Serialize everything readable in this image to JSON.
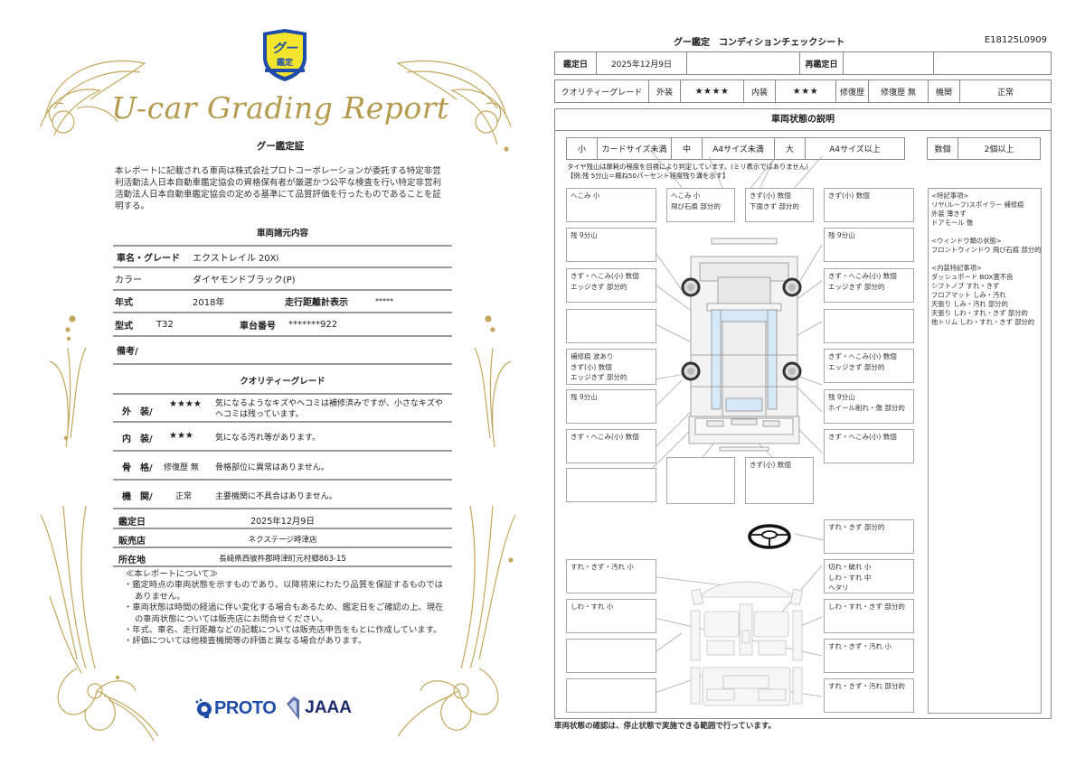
{
  "certificate": {
    "badge": {
      "line1": "グー",
      "line2": "鑑定"
    },
    "script_title": "U-car Grading Report",
    "subtitle": "グー鑑定証",
    "intro": "本レポートに記載される車両は株式会社プロトコーポレーションが委託する特定非営利活動法人日本自動車鑑定協会の資格保有者が厳選かつ公平な検査を行い特定非営利活動法人日本自動車鑑定協会の定める基準にて品質評価を行ったものであることを証明する。",
    "specs": {
      "title": "車両諸元内容",
      "name_label": "車名・グレード",
      "name_value": "エクストレイル 20Xi",
      "color_label": "カラー",
      "color_value": "ダイヤモンドブラック(P)",
      "year_label": "年式",
      "year_value": "2018年",
      "mileage_label": "走行距離計表示",
      "mileage_value": "*****",
      "model_label": "型式",
      "model_value": "T32",
      "chassis_label": "車台番号",
      "chassis_value": "*******922",
      "remarks_label": "備考/"
    },
    "quality": {
      "title": "クオリティーグレード",
      "rows": [
        {
          "label": "外　装/",
          "grade": "★★★★",
          "desc": "気になるようなキズやヘコミは補修済みですが、小さなキズやヘコミは残っています。"
        },
        {
          "label": "内　装/",
          "grade": "★★★",
          "desc": "気になる汚れ等があります。"
        },
        {
          "label": "骨　格/",
          "grade": "修復歴 無",
          "desc": "骨格部位に異常はありません。"
        },
        {
          "label": "機　関/",
          "grade": "正常",
          "desc": "主要機関に不具合はありません。"
        }
      ]
    },
    "shop": {
      "date_label": "鑑定日",
      "date_value": "2025年12月9日",
      "shop_label": "販売店",
      "shop_value": "ネクステージ時津店",
      "address_label": "所在地",
      "address_value": "長崎県西彼杵郡時津町元村郷863-15"
    },
    "notes": {
      "title": "≪本レポートについて≫",
      "items": [
        "・鑑定時点の車両状態を示すものであり、以降将来にわたり品質を保証するものではありません。",
        "・車両状態は時間の経過に伴い変化する場合もあるため、鑑定日をご確認の上、現在の車両状態については販売店にお問合せください。",
        "・年式、車名、走行距離などの記載については販売店申告をもとに作成しています。",
        "・評価については他検査機関等の評価と異なる場合があります。"
      ]
    },
    "logos": {
      "proto": "PROTO",
      "jaaa": "JAAA"
    }
  },
  "sheet": {
    "title": "グー鑑定　コンディションチェックシート",
    "code": "E18125L0909",
    "date_row": {
      "date_label": "鑑定日",
      "date_value": "2025年12月9日",
      "blank1": "",
      "reinspect_label": "再鑑定日",
      "blank2": "",
      "blank3": ""
    },
    "grade_row": {
      "quality_label": "クオリティーグレード",
      "exterior_label": "外装",
      "exterior_value": "★★★★",
      "interior_label": "内装",
      "interior_value": "★★★",
      "repair_label": "修復歴",
      "repair_value": "修復歴 無",
      "engine_label": "機関",
      "engine_value": "正常"
    },
    "condition": {
      "title": "車両状態の説明",
      "size_legend": [
        {
          "key": "小",
          "desc": "カードサイズ未満"
        },
        {
          "key": "中",
          "desc": "A4サイズ未満"
        },
        {
          "key": "大",
          "desc": "A4サイズ以上"
        }
      ],
      "count_legend": {
        "key": "数個",
        "desc": "2個以上"
      },
      "tire_note_1": "タイヤ残山は摩耗の程度を目視により判定しています。(ミリ表示ではありません)",
      "tire_note_2": "【例:残 5分山＝概ね50パーセント程度残り溝を示す】",
      "exterior_boxes": {
        "front_left_corner": [
          "へこみ 小"
        ],
        "front_center": [
          "へこみ 小",
          "飛び石痕 部分的"
        ],
        "front_bumper": [
          "きず(小) 数個",
          "下面きず 部分的"
        ],
        "front_right_corner": [
          "きず(小) 数個"
        ],
        "tire_front_left": [
          "残 9分山"
        ],
        "tire_front_right": [
          "残 9分山"
        ],
        "fender_front_left": [
          "きず・へこみ(小) 数個",
          "エッジきず 部分的"
        ],
        "fender_front_right": [
          "きず・へこみ(小) 数個",
          "エッジきず 部分的"
        ],
        "door_front_left": [],
        "door_front_right": [],
        "door_rear_left": [
          "補修痕 波あり",
          "きず(小) 数個",
          "エッジきず 部分的"
        ],
        "door_rear_right": [
          "きず・へこみ(小) 数個",
          "エッジきず 部分的"
        ],
        "tire_rear_left": [
          "残 9分山"
        ],
        "tire_rear_right": [
          "残 9分山",
          "ホイール削れ・傷 部分的"
        ],
        "quarter_left": [
          "きず・へこみ(小) 数個"
        ],
        "quarter_right": [
          "きず・へこみ(小) 数個"
        ],
        "rear_left_low": [],
        "rear_center": [],
        "rear_bumper": [
          "きず(小) 数個"
        ]
      },
      "interior_boxes": {
        "steering": [
          "すれ・きず 部分的"
        ],
        "dashboard": [
          "すれ・きず・汚れ 小"
        ],
        "seat_front_right": [
          "切れ・破れ 小",
          "しわ・すれ 中",
          "ヘタリ"
        ],
        "seat_front_left": [
          "しわ・すれ 小"
        ],
        "door_trim_right": [
          "しわ・すれ・きず 部分的"
        ],
        "door_trim_left": [],
        "console": [
          "すれ・きず・汚れ 小"
        ],
        "rear_seat_left": [],
        "rear_floor": [
          "すれ・きず・汚れ 部分的"
        ]
      },
      "remarks": [
        {
          "title": "<特記事項>",
          "lines": [
            "リヤ(ルーフ)スポイラー 補修痕",
            "外装 薄きず",
            "ドアモール 傷"
          ]
        },
        {
          "title": "<ウィンドウ類の状態>",
          "lines": [
            "フロントウィンドウ 飛び石痕 部分的"
          ]
        },
        {
          "title": "<内装特記事項>",
          "lines": [
            "ダッシュボード BOX蓋不良",
            "シフトノブ すれ・きず",
            "フロアマット しみ・汚れ",
            "天張り しみ・汚れ 部分的",
            "天張り しわ・すれ・きず 部分的",
            "他トリム しわ・すれ・きず 部分的"
          ]
        }
      ]
    },
    "footnote": "車両状態の確認は、停止状態で実施できる範囲で行っています。"
  }
}
